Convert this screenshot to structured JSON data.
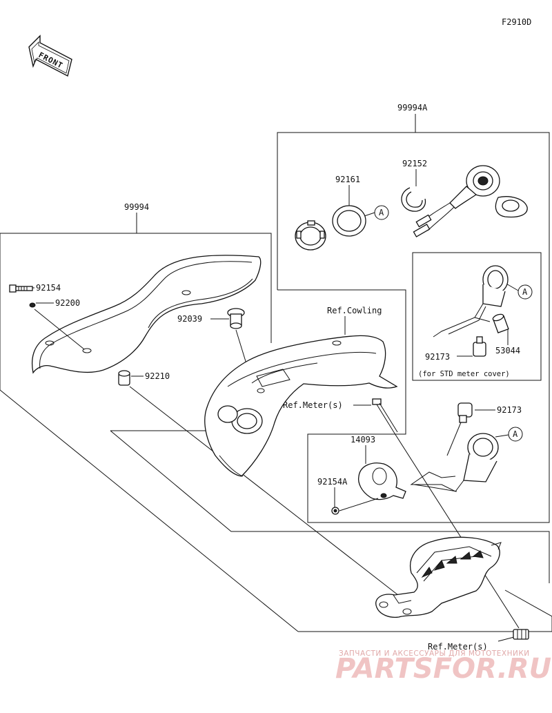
{
  "figure_code": "F2910D",
  "front_label": "FRONT",
  "parts": {
    "p99994": "99994",
    "p99994A": "99994A",
    "p92154": "92154",
    "p92200": "92200",
    "p92039": "92039",
    "p92210": "92210",
    "p92161": "92161",
    "p92152": "92152",
    "p53044": "53044",
    "p92173a": "92173",
    "p92173b": "92173",
    "p14093": "14093",
    "p92154A": "92154A"
  },
  "refs": {
    "cowling": "Ref.Cowling",
    "meter1": "Ref.Meter(s)",
    "meter2": "Ref.Meter(s)"
  },
  "callouts": {
    "a1": "A",
    "a2": "A",
    "a3": "A"
  },
  "notes": {
    "std_meter_cover": "(for STD meter cover)"
  },
  "watermark": {
    "caption": "ЗАПЧАСТИ И АКСЕССУАРЫ ДЛЯ МОТОТЕХНИКИ",
    "brand": "PARTSFOR.RU"
  }
}
